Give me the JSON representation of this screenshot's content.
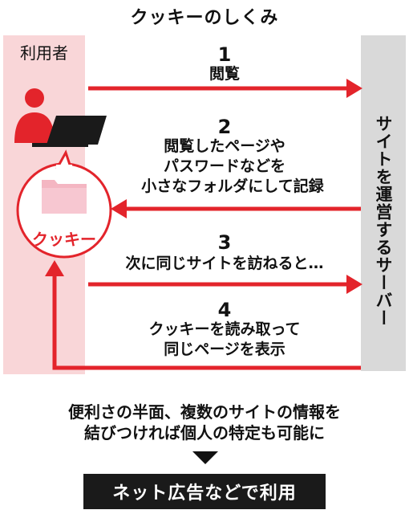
{
  "title": "クッキーのしくみ",
  "user": {
    "label": "利用者"
  },
  "server": {
    "label": "サイトを運営するサーバー"
  },
  "cookie": {
    "label": "クッキー"
  },
  "steps": [
    {
      "number": "1",
      "lines": [
        "閲覧"
      ]
    },
    {
      "number": "2",
      "lines": [
        "閲覧したページや",
        "パスワードなどを",
        "小さなフォルダにして記録"
      ]
    },
    {
      "number": "3",
      "lines": [
        "次に同じサイトを訪ねると…"
      ]
    },
    {
      "number": "4",
      "lines": [
        "クッキーを読み取って",
        "同じページを表示"
      ]
    }
  ],
  "summary": {
    "lines": [
      "便利さの半面、複数のサイトの情報を",
      "結びつければ個人の特定も可能に"
    ]
  },
  "result": "ネット広告などで利用",
  "colors": {
    "accent": "#e3242b",
    "user_bg": "#f9d6d8",
    "server_bg": "#d9d9d9",
    "folder": "#f4b6c2"
  }
}
